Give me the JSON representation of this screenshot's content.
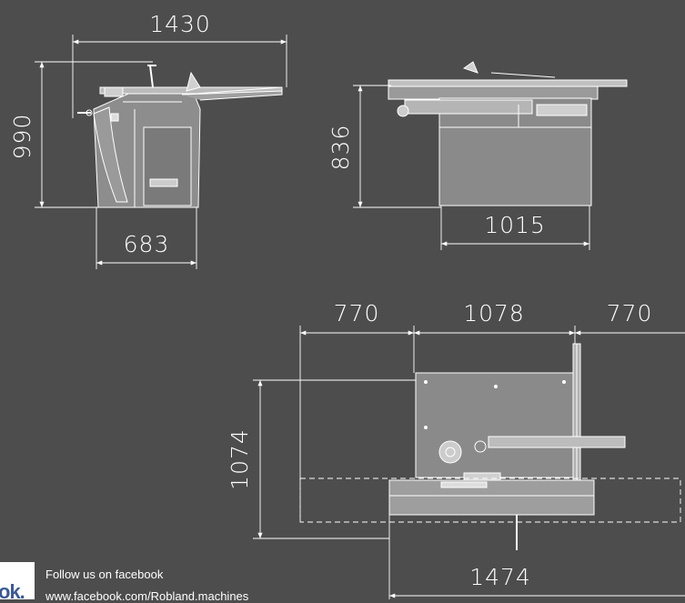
{
  "dimensions": {
    "top_view_width": "1430",
    "top_view_height": "990",
    "top_view_base": "683",
    "side_view_height": "836",
    "side_view_base": "1015",
    "plan_left": "770",
    "plan_center": "1078",
    "plan_right": "770",
    "plan_depth": "1074",
    "plan_bottom": "1474"
  },
  "facebook": {
    "badge_text": "ok.",
    "follow_text": "Follow us on facebook",
    "url_text": "www.facebook.com/Robland.machines"
  },
  "colors": {
    "background": "#4d4d4d",
    "lines": "#ffffff",
    "machine_fill": "#8a8a8a"
  }
}
